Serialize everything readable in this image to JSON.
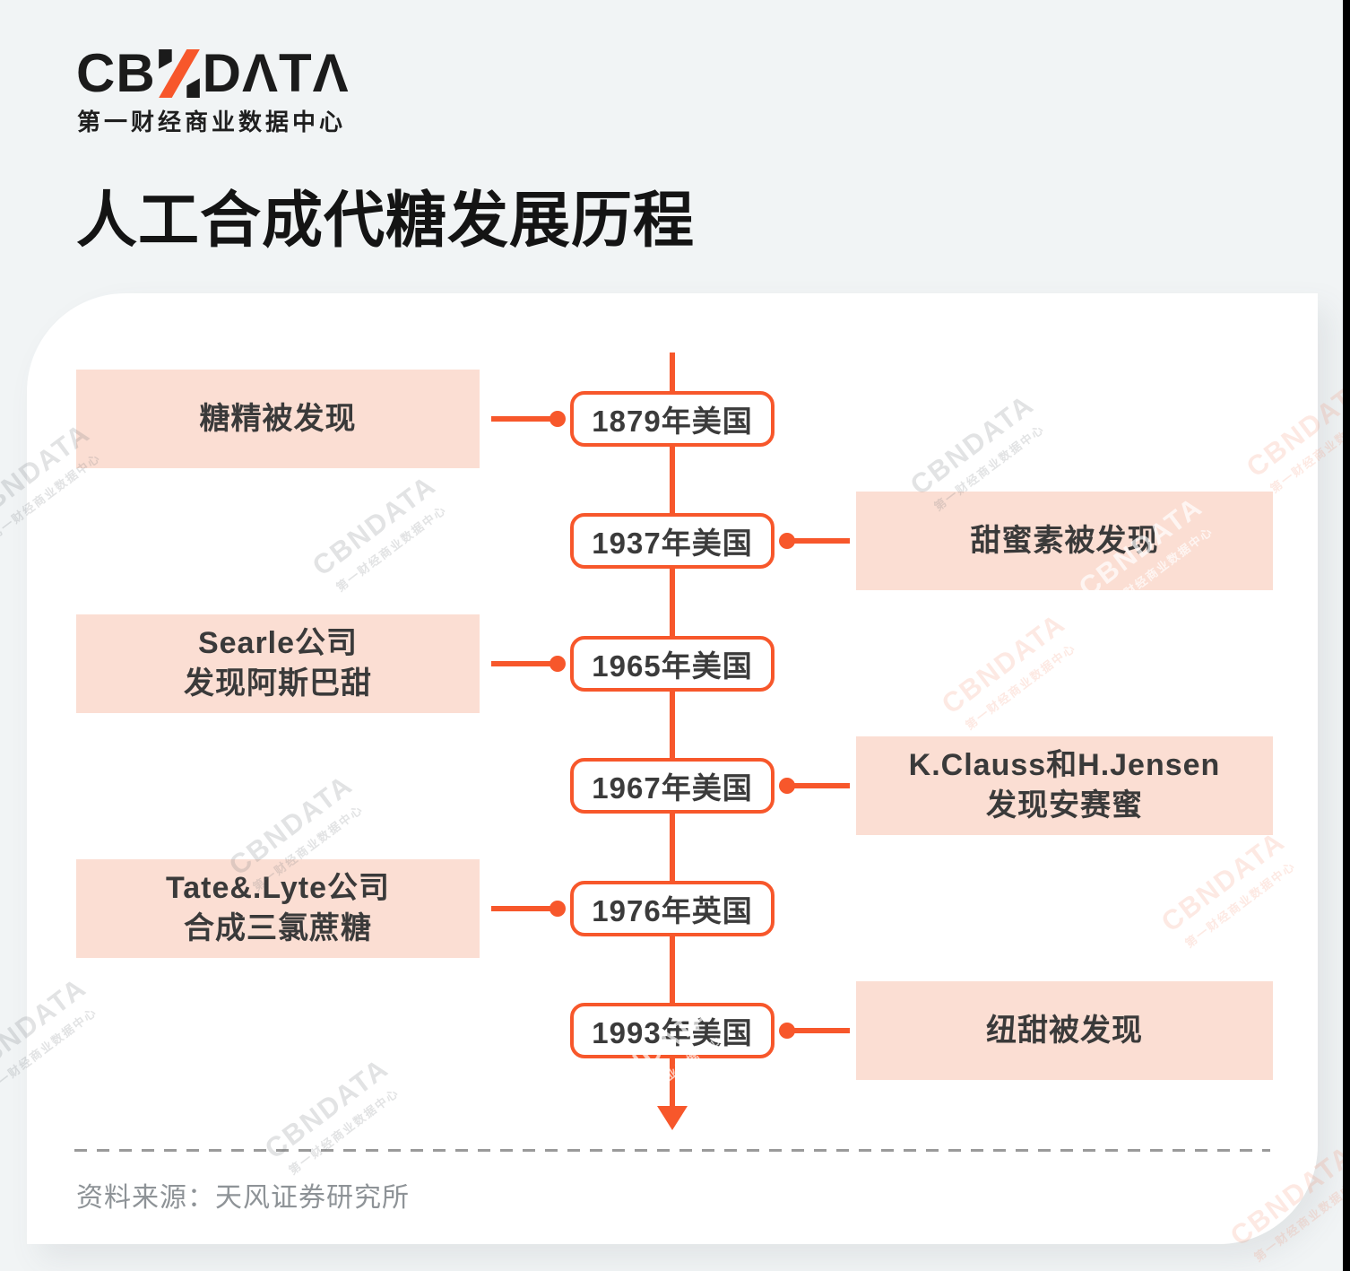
{
  "page": {
    "background": "#f1f4f5",
    "panel": "#ffffff",
    "accent_orange": "#f7572b",
    "event_pink": "#fbded3"
  },
  "header": {
    "logo_cb": "CB",
    "logo_rest": "DΛTΛ",
    "logo_full": "CBNDATA",
    "logo_subtitle": "第一财经商业数据中心"
  },
  "title": "人工合成代糖发展历程",
  "chart_data": {
    "type": "table",
    "title": "人工合成代糖发展历程",
    "categories": [
      "1879年美国",
      "1937年美国",
      "1965年美国",
      "1967年美国",
      "1976年英国",
      "1993年美国"
    ],
    "values": [
      "糖精被发现",
      "甜蜜素被发现",
      "Searle公司发现阿斯巴甜",
      "K.Clauss和H.Jensen发现安赛蜜",
      "Tate&.Lyte公司合成三氯蔗糖",
      "纽甜被发现"
    ]
  },
  "timeline": {
    "events": [
      {
        "year": "1879年美国",
        "side": "left",
        "label_lines": [
          "糖精被发现"
        ]
      },
      {
        "year": "1937年美国",
        "side": "right",
        "label_lines": [
          "甜蜜素被发现"
        ]
      },
      {
        "year": "1965年美国",
        "side": "left",
        "label_lines": [
          "Searle公司",
          "发现阿斯巴甜"
        ]
      },
      {
        "year": "1967年美国",
        "side": "right",
        "label_lines": [
          "K.Clauss和H.Jensen",
          "发现安赛蜜"
        ]
      },
      {
        "year": "1976年英国",
        "side": "left",
        "label_lines": [
          "Tate&.Lyte公司",
          "合成三氯蔗糖"
        ]
      },
      {
        "year": "1993年美国",
        "side": "right",
        "label_lines": [
          "纽甜被发现"
        ]
      }
    ]
  },
  "footer": {
    "source": "资料来源：天风证券研究所"
  },
  "watermark": {
    "line1": "CBNDATA",
    "line2": "第一财经商业数据中心"
  }
}
